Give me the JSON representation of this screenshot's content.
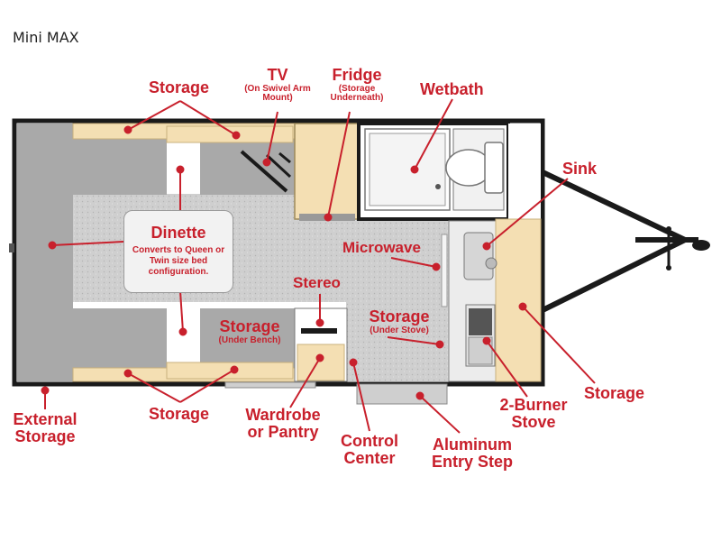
{
  "title": "Mini MAX",
  "labels": {
    "storage_top": "Storage",
    "tv": "TV",
    "tv_sub": "(On Swivel Arm Mount)",
    "fridge": "Fridge",
    "fridge_sub": "(Storage Underneath)",
    "wetbath": "Wetbath",
    "sink": "Sink",
    "dinette": "Dinette",
    "dinette_sub": "Converts to Queen or Twin size bed configuration.",
    "microwave": "Microwave",
    "stereo": "Stereo",
    "storage_bench": "Storage",
    "storage_bench_sub": "(Under Bench)",
    "storage_stove": "Storage",
    "storage_stove_sub": "(Under Stove)",
    "external_storage": "External Storage",
    "storage_bottom": "Storage",
    "wardrobe": "Wardrobe or Pantry",
    "control_center": "Control Center",
    "entry_step": "Aluminum Entry Step",
    "stove": "2-Burner Stove",
    "storage_right": "Storage"
  },
  "colors": {
    "label_red": "#c8202c",
    "wood": "#f4dfb3",
    "seat_gray": "#a9a9a9",
    "floor": "#cfcfcf",
    "frame": "#1a1a1a"
  }
}
